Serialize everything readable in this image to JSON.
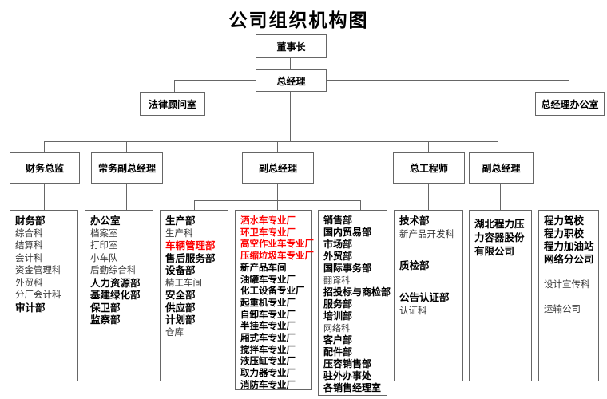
{
  "title": "公司组织机构图",
  "colors": {
    "line": "#666666",
    "highlight_red": "#ff0000",
    "text": "#000000",
    "background": "#ffffff"
  },
  "nodes": {
    "chairman": {
      "label": "董事长"
    },
    "general_manager": {
      "label": "总经理"
    },
    "legal_advisor_office": {
      "label": "法律顾问室"
    },
    "gm_office": {
      "label": "总经理办公室"
    },
    "finance_director": {
      "label": "财务总监"
    },
    "executive_deputy_gm": {
      "label": "常务副总经理"
    },
    "deputy_gm_center": {
      "label": "副总经理"
    },
    "chief_engineer": {
      "label": "总工程师"
    },
    "deputy_gm_right": {
      "label": "副总经理"
    }
  },
  "columns": [
    {
      "name": "finance-audit",
      "items": [
        {
          "text": "财务部",
          "bold": true,
          "red": false
        },
        {
          "text": "综合科",
          "bold": false,
          "red": false
        },
        {
          "text": "结算科",
          "bold": false,
          "red": false
        },
        {
          "text": "会计科",
          "bold": false,
          "red": false
        },
        {
          "text": "资金管理科",
          "bold": false,
          "red": false
        },
        {
          "text": "外贸科",
          "bold": false,
          "red": false
        },
        {
          "text": "分厂会计科",
          "bold": false,
          "red": false
        },
        {
          "text": "审计部",
          "bold": true,
          "red": false
        }
      ]
    },
    {
      "name": "office-admin",
      "items": [
        {
          "text": "办公室",
          "bold": true,
          "red": false
        },
        {
          "text": "档案室",
          "bold": false,
          "red": false
        },
        {
          "text": "打印室",
          "bold": false,
          "red": false
        },
        {
          "text": "小车队",
          "bold": false,
          "red": false
        },
        {
          "text": "后勤综合科",
          "bold": false,
          "red": false
        },
        {
          "text": "人力资源部",
          "bold": true,
          "red": false
        },
        {
          "text": "基建绿化部",
          "bold": true,
          "red": false
        },
        {
          "text": "保卫部",
          "bold": true,
          "red": false
        },
        {
          "text": "监察部",
          "bold": true,
          "red": false
        }
      ]
    },
    {
      "name": "production",
      "items": [
        {
          "text": "生产部",
          "bold": true,
          "red": false
        },
        {
          "text": "生产科",
          "bold": false,
          "red": false
        },
        {
          "text": "车辆管理部",
          "bold": true,
          "red": true
        },
        {
          "text": "售后服务部",
          "bold": true,
          "red": false
        },
        {
          "text": "设备部",
          "bold": true,
          "red": false
        },
        {
          "text": "精工车间",
          "bold": false,
          "red": false
        },
        {
          "text": "安全部",
          "bold": true,
          "red": false
        },
        {
          "text": "供应部",
          "bold": true,
          "red": false
        },
        {
          "text": "计划部",
          "bold": true,
          "red": false
        },
        {
          "text": "仓库",
          "bold": false,
          "red": false
        }
      ]
    },
    {
      "name": "special-factories",
      "items": [
        {
          "text": "洒水车专业厂",
          "bold": true,
          "red": true
        },
        {
          "text": "环卫车专业厂",
          "bold": true,
          "red": true
        },
        {
          "text": "高空作业车专业厂",
          "bold": true,
          "red": true
        },
        {
          "text": "压缩垃圾车专业厂",
          "bold": true,
          "red": true
        },
        {
          "text": "新产品车间",
          "bold": true,
          "red": false
        },
        {
          "text": "油罐车专业厂",
          "bold": true,
          "red": false
        },
        {
          "text": "化工设备专业厂",
          "bold": true,
          "red": false
        },
        {
          "text": "起重机专业厂",
          "bold": true,
          "red": false
        },
        {
          "text": "自卸车专业厂",
          "bold": true,
          "red": false
        },
        {
          "text": "半挂车专业厂",
          "bold": true,
          "red": false
        },
        {
          "text": "厢式车专业厂",
          "bold": true,
          "red": false
        },
        {
          "text": "搅拌车专业厂",
          "bold": true,
          "red": false
        },
        {
          "text": "液压缸专业厂",
          "bold": true,
          "red": false
        },
        {
          "text": "取力器专业厂",
          "bold": true,
          "red": false
        },
        {
          "text": "消防车专业厂",
          "bold": true,
          "red": false
        }
      ]
    },
    {
      "name": "sales",
      "items": [
        {
          "text": "销售部",
          "bold": true,
          "red": false
        },
        {
          "text": "国内贸易部",
          "bold": true,
          "red": false
        },
        {
          "text": "市场部",
          "bold": true,
          "red": false
        },
        {
          "text": "外贸部",
          "bold": true,
          "red": false
        },
        {
          "text": "国际事务部",
          "bold": true,
          "red": false
        },
        {
          "text": "翻译科",
          "bold": false,
          "red": false
        },
        {
          "text": "招投标与商检部",
          "bold": true,
          "red": false
        },
        {
          "text": "服务部",
          "bold": true,
          "red": false
        },
        {
          "text": "培训部",
          "bold": true,
          "red": false
        },
        {
          "text": "网络科",
          "bold": false,
          "red": false
        },
        {
          "text": "客户部",
          "bold": true,
          "red": false
        },
        {
          "text": "配件部",
          "bold": true,
          "red": false
        },
        {
          "text": "压容销售部",
          "bold": true,
          "red": false
        },
        {
          "text": "驻外办事处",
          "bold": true,
          "red": false
        },
        {
          "text": "各销售经理室",
          "bold": true,
          "red": false
        }
      ]
    },
    {
      "name": "technology-quality",
      "items": [
        {
          "text": "技术部",
          "bold": true,
          "red": false
        },
        {
          "text": "新产品开发科",
          "bold": false,
          "red": false
        },
        {
          "text": "",
          "bold": false,
          "red": false
        },
        {
          "text": "质检部",
          "bold": true,
          "red": false
        },
        {
          "text": "",
          "bold": false,
          "red": false
        },
        {
          "text": "公告认证部",
          "bold": true,
          "red": false
        },
        {
          "text": "认证科",
          "bold": false,
          "red": false
        }
      ]
    },
    {
      "name": "pressure-vessel-company",
      "items": [
        {
          "text": "湖北程力压力容器股份有限公司",
          "bold": true,
          "red": false
        }
      ]
    },
    {
      "name": "subsidiaries",
      "items": [
        {
          "text": "程力驾校",
          "bold": true,
          "red": false
        },
        {
          "text": "程力职校",
          "bold": true,
          "red": false
        },
        {
          "text": "程力加油站",
          "bold": true,
          "red": false
        },
        {
          "text": "网络分公司",
          "bold": true,
          "red": false
        },
        {
          "text": "",
          "bold": false,
          "red": false
        },
        {
          "text": "设计宣传科",
          "bold": false,
          "red": false
        },
        {
          "text": "",
          "bold": false,
          "red": false
        },
        {
          "text": "运输公司",
          "bold": false,
          "red": false
        }
      ]
    }
  ]
}
